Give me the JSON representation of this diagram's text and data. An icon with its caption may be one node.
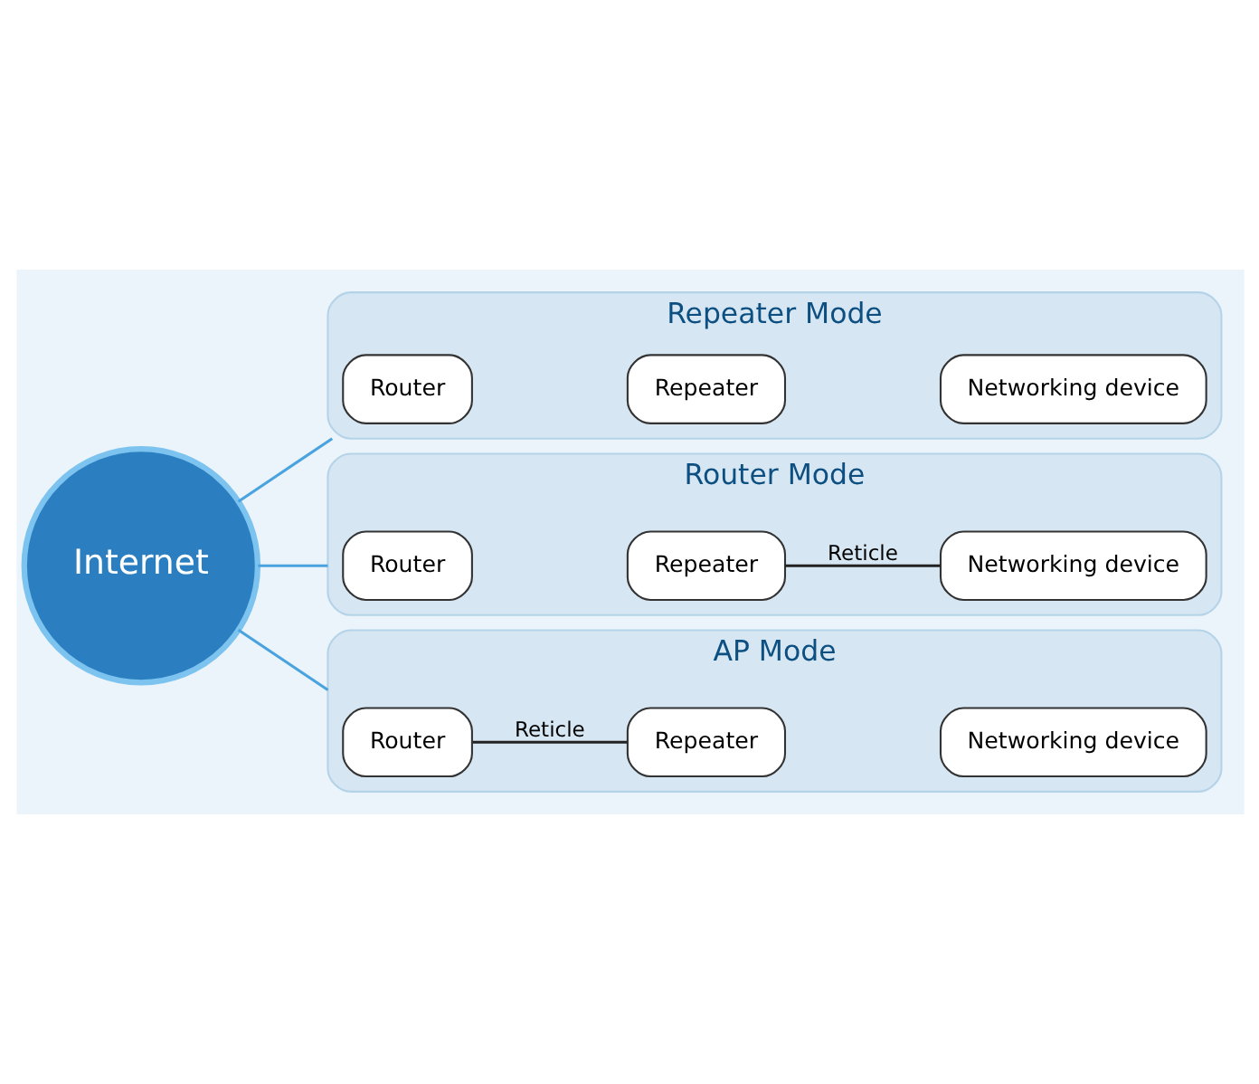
{
  "diagram": {
    "nodes": [
      {
        "text": [
          "Internet"
        ]
      },
      {
        "text": [
          "Repeater Mode"
        ]
      },
      {
        "text": [
          "Router"
        ],
        "in": 1
      },
      {
        "text": [
          "Repeater"
        ],
        "in": 1
      },
      {
        "text": [
          "Networking device"
        ],
        "in": 1
      },
      {
        "text": [
          "Router Mode"
        ]
      },
      {
        "text": [
          "Router"
        ],
        "in": 5
      },
      {
        "text": [
          "Repeater"
        ],
        "in": 5
      },
      {
        "text": [
          "Networking device"
        ],
        "in": 5
      },
      {
        "text": [
          "AP Mode"
        ]
      },
      {
        "text": [
          "Router"
        ],
        "in": 9
      },
      {
        "text": [
          "Repeater"
        ],
        "in": 9
      },
      {
        "text": [
          "Networking device"
        ],
        "in": 9
      }
    ],
    "edges": [
      {
        "from": 0,
        "to": 1,
        "arrow": "none"
      },
      {
        "from": 0,
        "to": 5,
        "arrow": "none"
      },
      {
        "from": 0,
        "to": 9,
        "arrow": "none"
      },
      {
        "from": 7,
        "to": 8,
        "label": "Reticle",
        "arrow": "none",
        "color": "#222222"
      },
      {
        "from": 10,
        "to": 11,
        "label": "Reticle",
        "arrow": "none",
        "color": "#222222"
      }
    ]
  }
}
